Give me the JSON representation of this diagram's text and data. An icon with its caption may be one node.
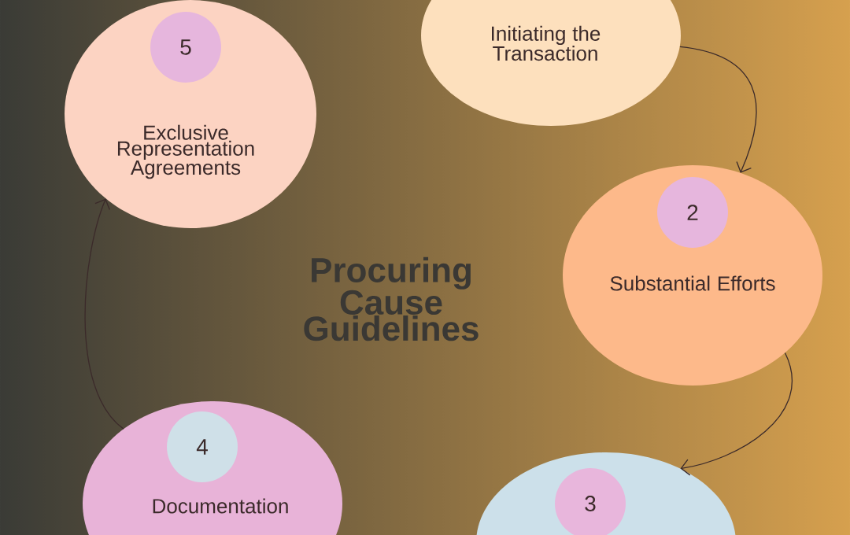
{
  "diagram": {
    "title": "Procuring Cause Guidelines",
    "nodes": [
      {
        "text": [
          "Initiating the Transaction"
        ]
      },
      {
        "text": [
          "Substantial Efforts"
        ]
      },
      {
        "text": [
          "2"
        ],
        "in": 1
      },
      {
        "text": [],
        "shape": "circle"
      },
      {
        "text": [
          "3"
        ],
        "in": 3
      },
      {
        "text": [
          "Documentation"
        ]
      },
      {
        "text": [
          "4"
        ],
        "in": 5
      },
      {
        "text": [
          "Exclusive Representation Agreements"
        ]
      },
      {
        "text": [
          "5"
        ],
        "in": 7
      }
    ],
    "edges": [
      {
        "from": 0,
        "to": 1,
        "arrow": "to"
      },
      {
        "from": 1,
        "to": 3,
        "arrow": "to"
      },
      {
        "from": 5,
        "to": 7,
        "arrow": "to"
      }
    ]
  }
}
